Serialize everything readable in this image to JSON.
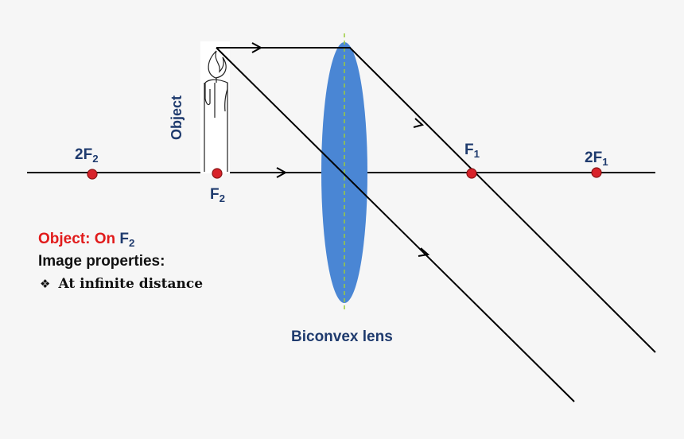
{
  "labels": {
    "two_f2": {
      "prefix": "2F",
      "sub": "2"
    },
    "f2": {
      "prefix": "F",
      "sub": "2"
    },
    "f1": {
      "prefix": "F",
      "sub": "1"
    },
    "two_f1": {
      "prefix": "2F",
      "sub": "1"
    },
    "object_vertical": "Object",
    "lens": "Biconvex lens"
  },
  "caption": {
    "object_prefix": "Object: On",
    "object_focus": {
      "prefix": "F",
      "sub": "2"
    },
    "image_properties_title": "Image properties:",
    "bullet": "❖",
    "property_1": "At infinite distance"
  },
  "colors": {
    "background": "#f6f6f6",
    "lens_fill": "#4a86d4",
    "lens_axis": "#9ccc3c",
    "focus_dot": "#d8222a",
    "label_navy": "#1f3b6e",
    "highlight_red": "#e11b1b",
    "ray": "#000000"
  }
}
